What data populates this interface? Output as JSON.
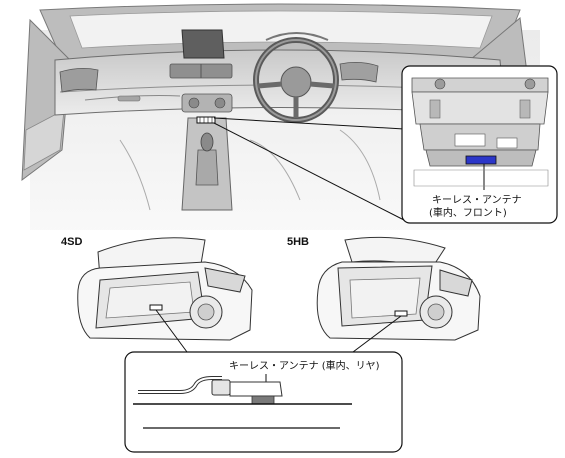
{
  "diagram": {
    "front_antenna_label": {
      "line1": "キーレス・アンテナ",
      "line2": "(車内、フロント)"
    },
    "sedan_label": "4SD",
    "hatchback_label": "5HB",
    "rear_antenna_label": "キーレス・アンテナ (車内、リヤ)",
    "highlight_color": "#2b36c8",
    "line_color": "#111111"
  }
}
